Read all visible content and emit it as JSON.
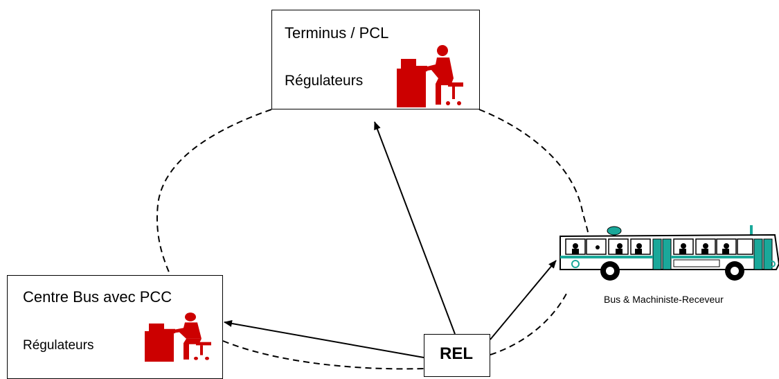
{
  "nodes": {
    "terminus": {
      "title": "Terminus / PCL",
      "subtitle": "Régulateurs",
      "icon": "operator-at-computer-icon"
    },
    "centre_bus": {
      "title": "Centre Bus avec PCC",
      "subtitle": "Régulateurs",
      "icon": "operator-at-computer-icon"
    },
    "rel": {
      "label": "REL"
    },
    "bus": {
      "caption": "Bus & Machiniste-Receveur",
      "icon": "bus-icon"
    }
  },
  "colors": {
    "operator_icon": "#cc0000",
    "bus_accent": "#1aa89a",
    "line": "#000000"
  },
  "edges": [
    {
      "from": "rel",
      "to": "terminus",
      "style": "arrow"
    },
    {
      "from": "rel",
      "to": "centre_bus",
      "style": "arrow"
    },
    {
      "from": "rel",
      "to": "bus",
      "style": "arrow"
    },
    {
      "from": "terminus",
      "to": "centre_bus",
      "style": "dashed"
    },
    {
      "from": "terminus",
      "to": "bus",
      "style": "dashed"
    },
    {
      "from": "centre_bus",
      "to": "rel",
      "style": "dashed"
    },
    {
      "from": "rel",
      "to": "bus",
      "style": "dashed"
    }
  ]
}
